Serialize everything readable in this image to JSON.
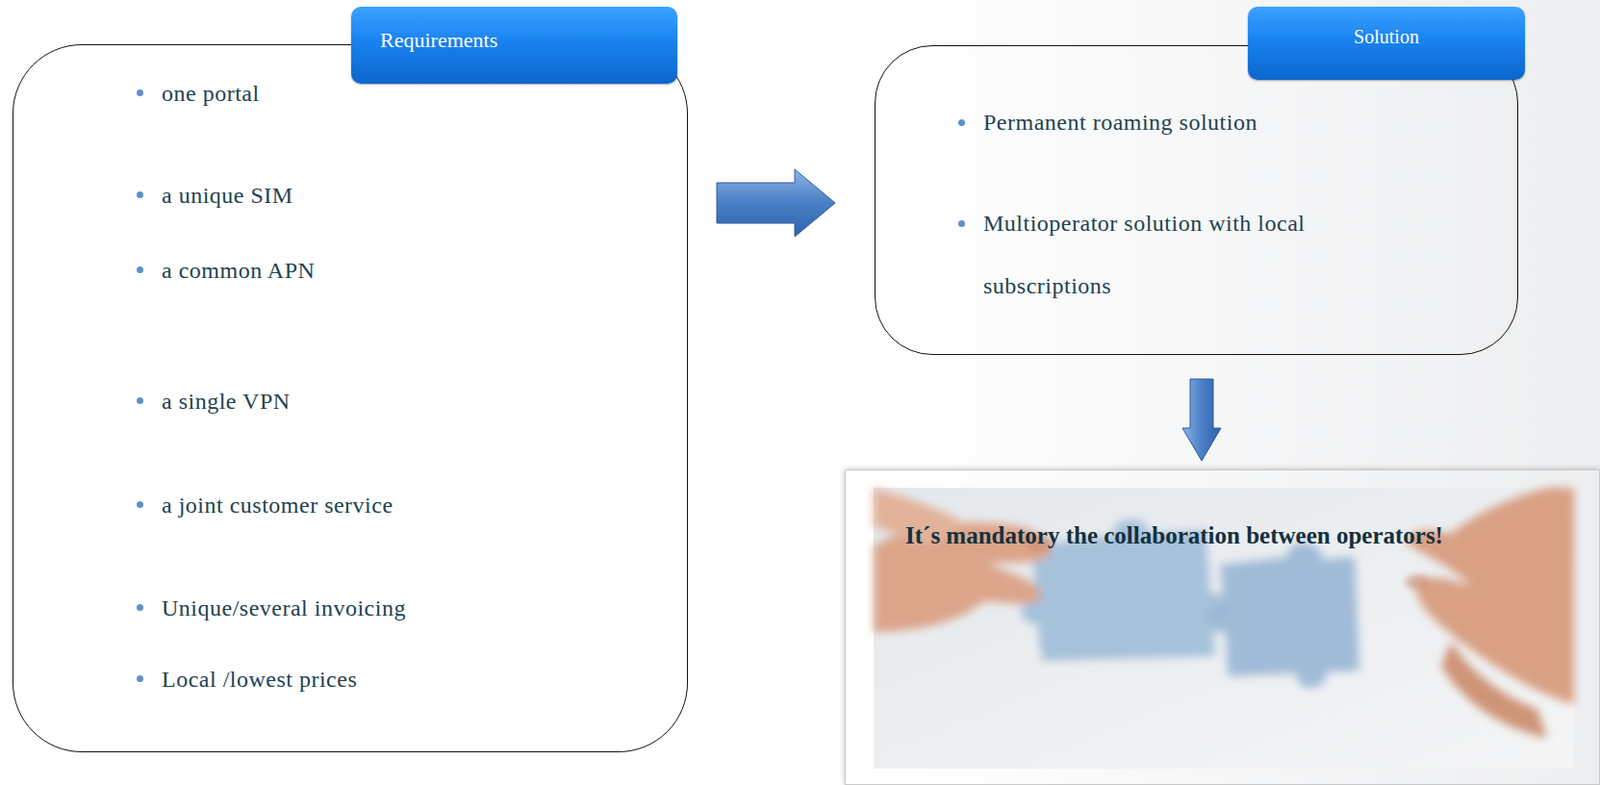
{
  "diagram": {
    "nodes": [
      {
        "text": [
          "Requirements",
          "one portal",
          "a unique SIM",
          "a common APN",
          "a single VPN",
          "a joint customer service",
          "Unique/several invoicing",
          "Local /lowest prices"
        ]
      },
      {
        "text": [
          "Solution",
          "Permanent roaming solution",
          "Multioperator solution with local subscriptions"
        ]
      },
      {
        "text": [
          "It´s mandatory the collaboration between operators!"
        ]
      }
    ],
    "edges": [
      {
        "from": 0,
        "to": 1,
        "arrow": "to"
      },
      {
        "from": 1,
        "to": 2,
        "arrow": "to"
      }
    ]
  }
}
